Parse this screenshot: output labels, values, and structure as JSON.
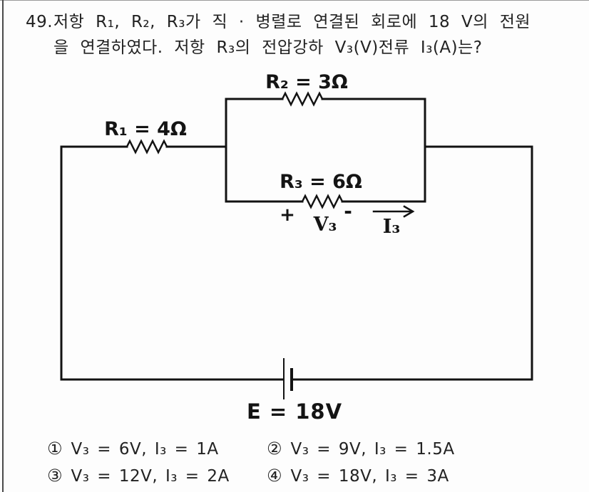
{
  "question": {
    "number": "49.",
    "line1": "저항 R₁, R₂, R₃가 직 · 병렬로 연결된 회로에 18 V의 전원",
    "line2": "을 연결하였다. 저항 R₃의 전압강하 V₃(V)전류 I₃(A)는?"
  },
  "circuit": {
    "r1_label": "R₁ = 4Ω",
    "r2_label": "R₂ = 3Ω",
    "r3_label": "R₃ = 6Ω",
    "plus_sign": "+",
    "v3_label": "V₃",
    "minus_sign": "-",
    "i3_label": "I₃",
    "source_label": "E = 18V"
  },
  "choices": [
    {
      "marker": "①",
      "text": "V₃ = 6V, I₃ = 1A"
    },
    {
      "marker": "②",
      "text": "V₃ = 9V, I₃ = 1.5A"
    },
    {
      "marker": "③",
      "text": "V₃ = 12V, I₃ = 2A"
    },
    {
      "marker": "④",
      "text": "V₃ = 18V, I₃ = 3A"
    }
  ],
  "colors": {
    "ink": "#1c1c1c",
    "wire": "#121212",
    "page": "#fdfdfd"
  }
}
